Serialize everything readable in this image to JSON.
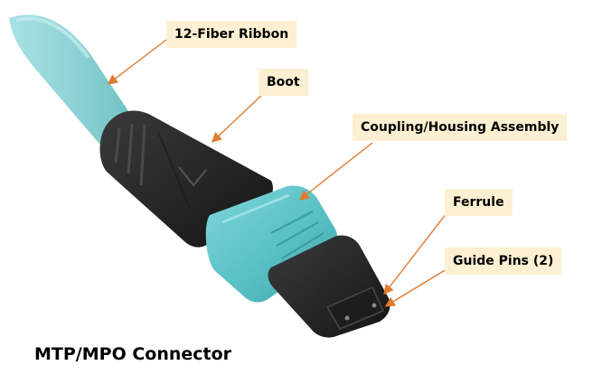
{
  "labels": {
    "ribbon": "12-Fiber Ribbon",
    "boot": "Boot",
    "housing": "Coupling/Housing Assembly",
    "ferrule": "Ferrule",
    "guide_pins": "Guide Pins (2)"
  },
  "caption": "MTP/MPO Connector",
  "colors": {
    "callout_fill": "#fdf0d2",
    "arrow": "#e07a2e",
    "cable": "#8fd3d6",
    "housing": "#5cc2c7",
    "boot": "#2a2a2a"
  }
}
